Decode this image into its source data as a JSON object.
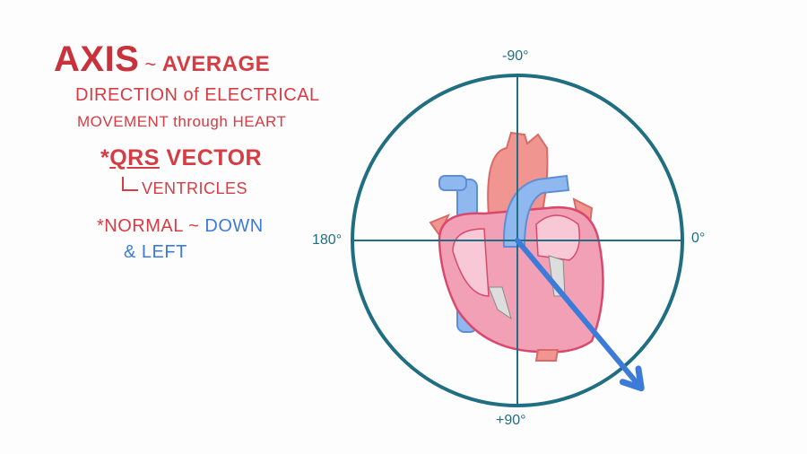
{
  "notes": {
    "title": "AXIS",
    "tilde": "~",
    "average": "AVERAGE",
    "line2": "DIRECTION of ELECTRICAL",
    "line3": "MOVEMENT through HEART",
    "qrs_bullet": "*",
    "qrs": "QRS",
    "vector": " VECTOR",
    "ventricles": "VENTRICLES",
    "normal_bullet": "*",
    "normal": "NORMAL ~ ",
    "down": "DOWN",
    "left": "& LEFT"
  },
  "axis_diagram": {
    "labels": {
      "top": "-90°",
      "bottom": "+90°",
      "left": "180°",
      "right": "0°"
    },
    "qrs_vector_angle_deg": 50,
    "colors": {
      "circle": "#1f6e82",
      "arrow": "#3d7bd8",
      "heart": "#e9768f",
      "vessels_blue": "#8fb8ef",
      "aorta": "#f0958f"
    }
  }
}
